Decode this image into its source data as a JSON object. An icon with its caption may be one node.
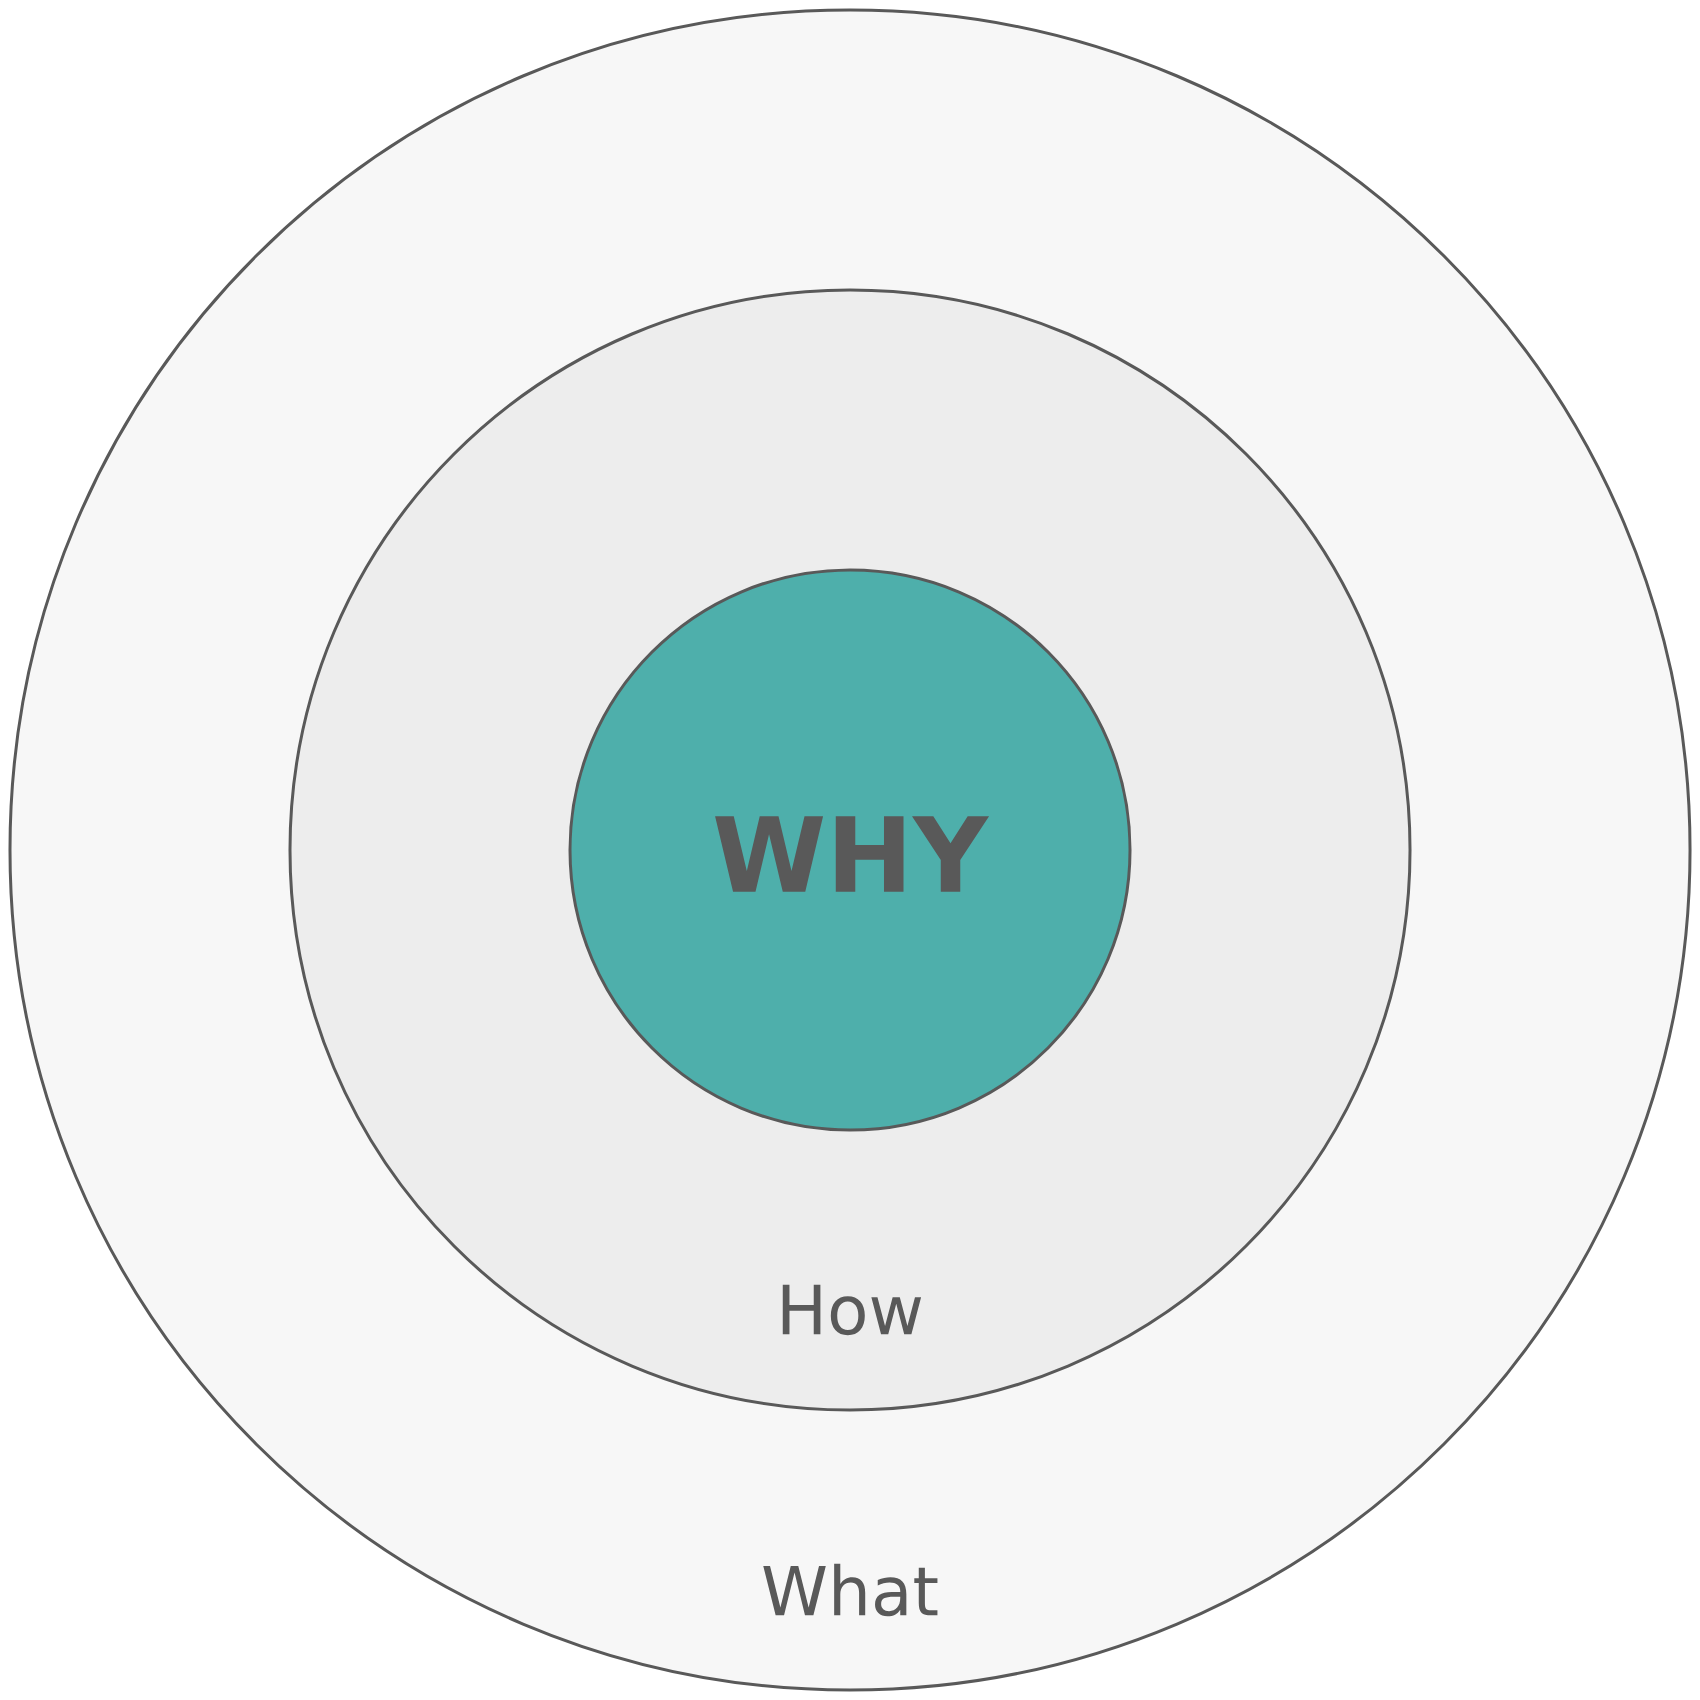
{
  "diagram": {
    "nodes": [
      {
        "text": [
          "What"
        ]
      },
      {
        "text": [
          "How"
        ],
        "in": 0
      },
      {
        "text": [
          "WHY"
        ],
        "in": 1
      }
    ]
  }
}
